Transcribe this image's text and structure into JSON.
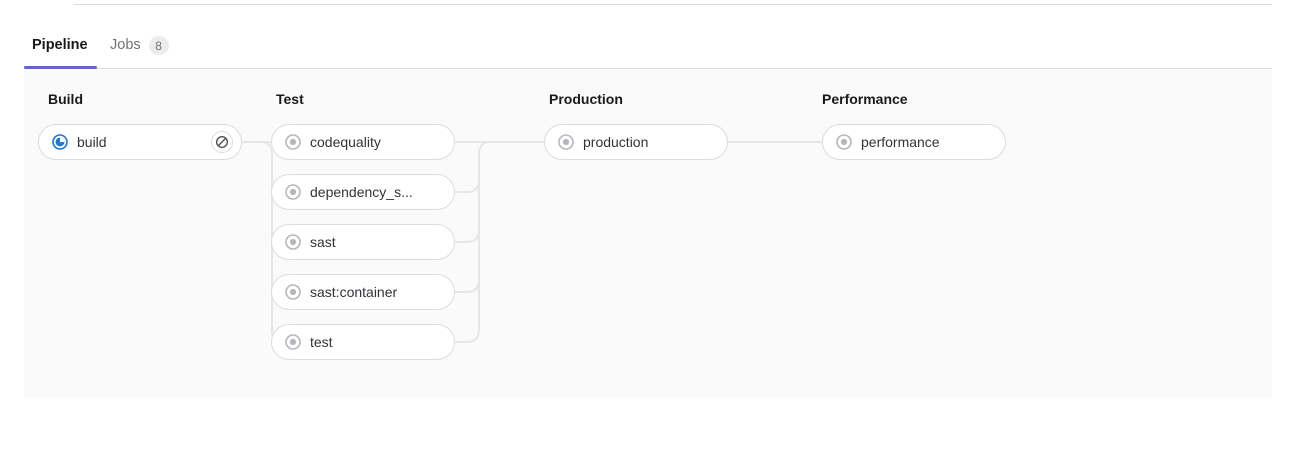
{
  "tabs": [
    {
      "id": "pipeline",
      "label": "Pipeline",
      "active": true
    },
    {
      "id": "jobs",
      "label": "Jobs",
      "active": false,
      "badge": "8"
    }
  ],
  "pipeline": {
    "stages": [
      {
        "name": "Build",
        "jobs": [
          {
            "name": "build",
            "status": "running",
            "status_icon": "status-running-icon",
            "action": "cancel",
            "action_icon": "cancel-icon"
          }
        ]
      },
      {
        "name": "Test",
        "jobs": [
          {
            "name": "codequality",
            "status": "created",
            "status_icon": "status-created-icon"
          },
          {
            "name": "dependency_s...",
            "status": "created",
            "status_icon": "status-created-icon"
          },
          {
            "name": "sast",
            "status": "created",
            "status_icon": "status-created-icon"
          },
          {
            "name": "sast:container",
            "status": "created",
            "status_icon": "status-created-icon"
          },
          {
            "name": "test",
            "status": "created",
            "status_icon": "status-created-icon"
          }
        ]
      },
      {
        "name": "Production",
        "jobs": [
          {
            "name": "production",
            "status": "created",
            "status_icon": "status-created-icon"
          }
        ]
      },
      {
        "name": "Performance",
        "jobs": [
          {
            "name": "performance",
            "status": "created",
            "status_icon": "status-created-icon"
          }
        ]
      }
    ]
  },
  "colors": {
    "accent": "#6666c4",
    "running": "#1f75cb",
    "created": "#b6b6bd",
    "border": "#dcdcde",
    "canvas": "#fafafa",
    "text": "#333238",
    "muted": "#737278"
  }
}
